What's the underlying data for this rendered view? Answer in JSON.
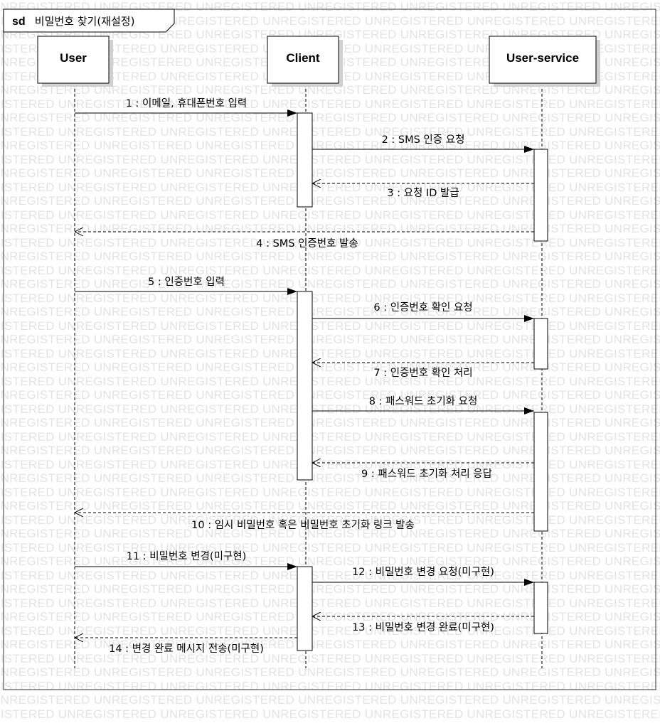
{
  "diagram": {
    "frame": {
      "keyword": "sd",
      "title": "비밀번호 찾기(재설정)"
    },
    "watermark": "UNREGISTERED",
    "actors": [
      {
        "id": "user",
        "name": "User"
      },
      {
        "id": "client",
        "name": "Client"
      },
      {
        "id": "user-service",
        "name": "User-service"
      }
    ],
    "messages": [
      {
        "n": 1,
        "label": "1 : 이메일, 휴대폰번호 입력",
        "from": "user",
        "to": "client",
        "kind": "call"
      },
      {
        "n": 2,
        "label": "2 : SMS 인증 요청",
        "from": "client",
        "to": "user-service",
        "kind": "call"
      },
      {
        "n": 3,
        "label": "3 : 요청 ID 발급",
        "from": "user-service",
        "to": "client",
        "kind": "return"
      },
      {
        "n": 4,
        "label": "4 : SMS 인증번호 발송",
        "from": "user-service",
        "to": "user",
        "kind": "return"
      },
      {
        "n": 5,
        "label": "5 : 인증번호 입력",
        "from": "user",
        "to": "client",
        "kind": "call"
      },
      {
        "n": 6,
        "label": "6 : 인증번호 확인 요청",
        "from": "client",
        "to": "user-service",
        "kind": "call"
      },
      {
        "n": 7,
        "label": "7 : 인증번호 확인 처리",
        "from": "user-service",
        "to": "client",
        "kind": "return"
      },
      {
        "n": 8,
        "label": "8 : 패스워드 초기화 요청",
        "from": "client",
        "to": "user-service",
        "kind": "call"
      },
      {
        "n": 9,
        "label": "9 : 패스워드 초기화 처리 응답",
        "from": "user-service",
        "to": "client",
        "kind": "return"
      },
      {
        "n": 10,
        "label": "10 : 임시 비밀번호 혹은 비밀번호 초기화 링크 발송",
        "from": "user-service",
        "to": "user",
        "kind": "return"
      },
      {
        "n": 11,
        "label": "11 : 비밀번호 변경(미구현)",
        "from": "user",
        "to": "client",
        "kind": "call"
      },
      {
        "n": 12,
        "label": "12 : 비밀번호 변경 요청(미구현)",
        "from": "client",
        "to": "user-service",
        "kind": "call"
      },
      {
        "n": 13,
        "label": "13 : 비밀번호 변경 완료(미구현)",
        "from": "user-service",
        "to": "client",
        "kind": "return"
      },
      {
        "n": 14,
        "label": "14 : 변경 완료 메시지 전송(미구현)",
        "from": "client",
        "to": "user",
        "kind": "return"
      }
    ]
  }
}
